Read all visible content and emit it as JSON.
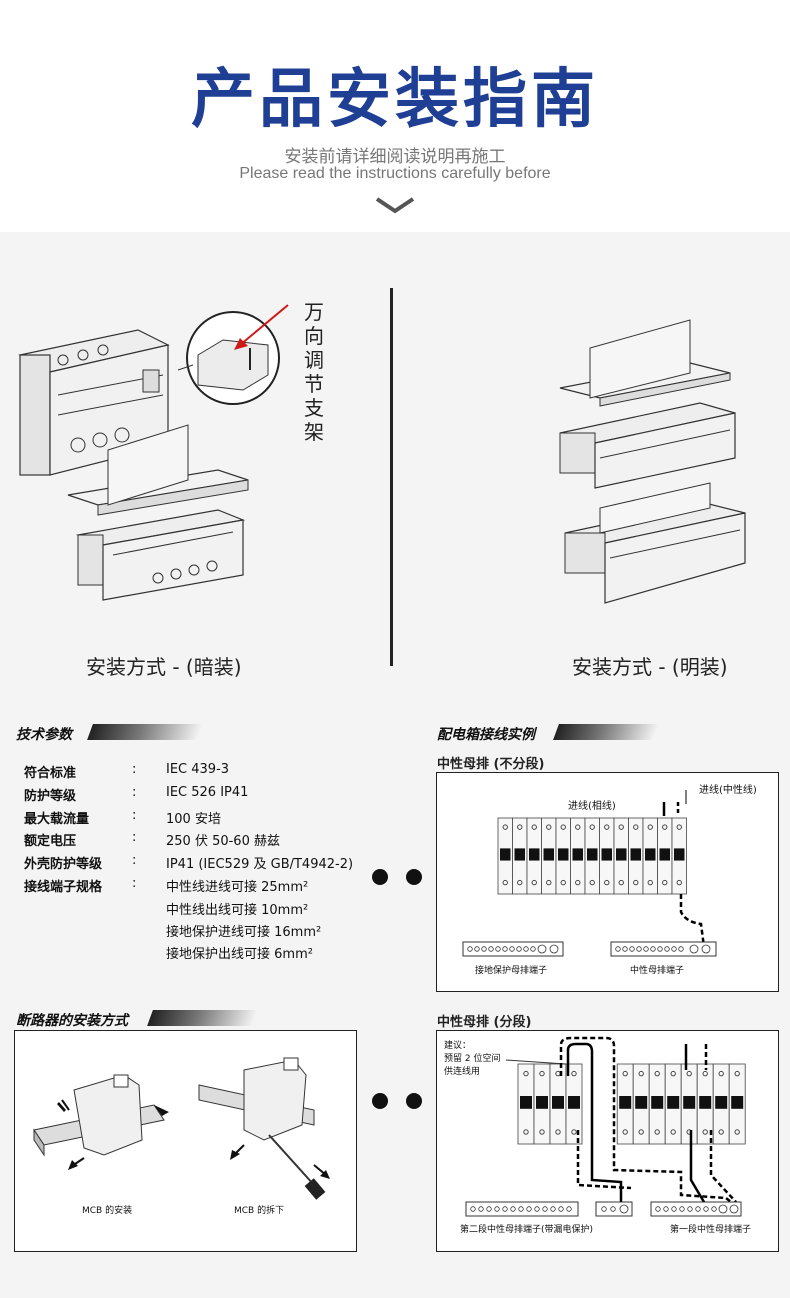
{
  "header": {
    "title": "产品安装指南",
    "subtitle_cn": "安装前请详细阅读说明再施工",
    "subtitle_en": "Please read the instructions carefully before"
  },
  "install": {
    "bracket_label": "万向调节支架",
    "concealed_caption": "安装方式 - (暗装)",
    "surface_caption": "安装方式 - (明装)"
  },
  "specs": {
    "heading": "技术参数",
    "rows": [
      {
        "label": "符合标准",
        "colon": ":",
        "value": "IEC 439-3"
      },
      {
        "label": "防护等级",
        "colon": ":",
        "value": "IEC 526 IP41"
      },
      {
        "label": "最大载流量",
        "colon": ":",
        "value": "100 安培"
      },
      {
        "label": "额定电压",
        "colon": ":",
        "value": "250 伏 50-60 赫兹"
      },
      {
        "label": "外壳防护等级",
        "colon": ":",
        "value": "IP41 (IEC529 及 GB/T4942-2)"
      },
      {
        "label": "接线端子规格",
        "colon": ":",
        "value": "中性线进线可接 25mm²"
      }
    ],
    "extra_values": [
      "中性线出线可接 10mm²",
      "接地保护进线可接 16mm²",
      "接地保护出线可接 6mm²"
    ]
  },
  "wiring": {
    "heading": "配电箱接线实例",
    "unsegmented_title": "中性母排 (不分段)",
    "live_in": "进线(相线)",
    "neutral_in": "进线(中性线)",
    "ground_terminal": "接地保护母排端子",
    "neutral_terminal": "中性母排端子",
    "segmented_title": "中性母排 (分段)",
    "advice_1": "建议：",
    "advice_2": "预留 2 位空间",
    "advice_3": "供连线用",
    "second_terminal": "第二段中性母排端子(带漏电保护)",
    "first_terminal": "第一段中性母排端子"
  },
  "breaker": {
    "heading": "断路器的安装方式",
    "install_caption": "MCB 的安装",
    "remove_caption": "MCB 的拆下"
  }
}
